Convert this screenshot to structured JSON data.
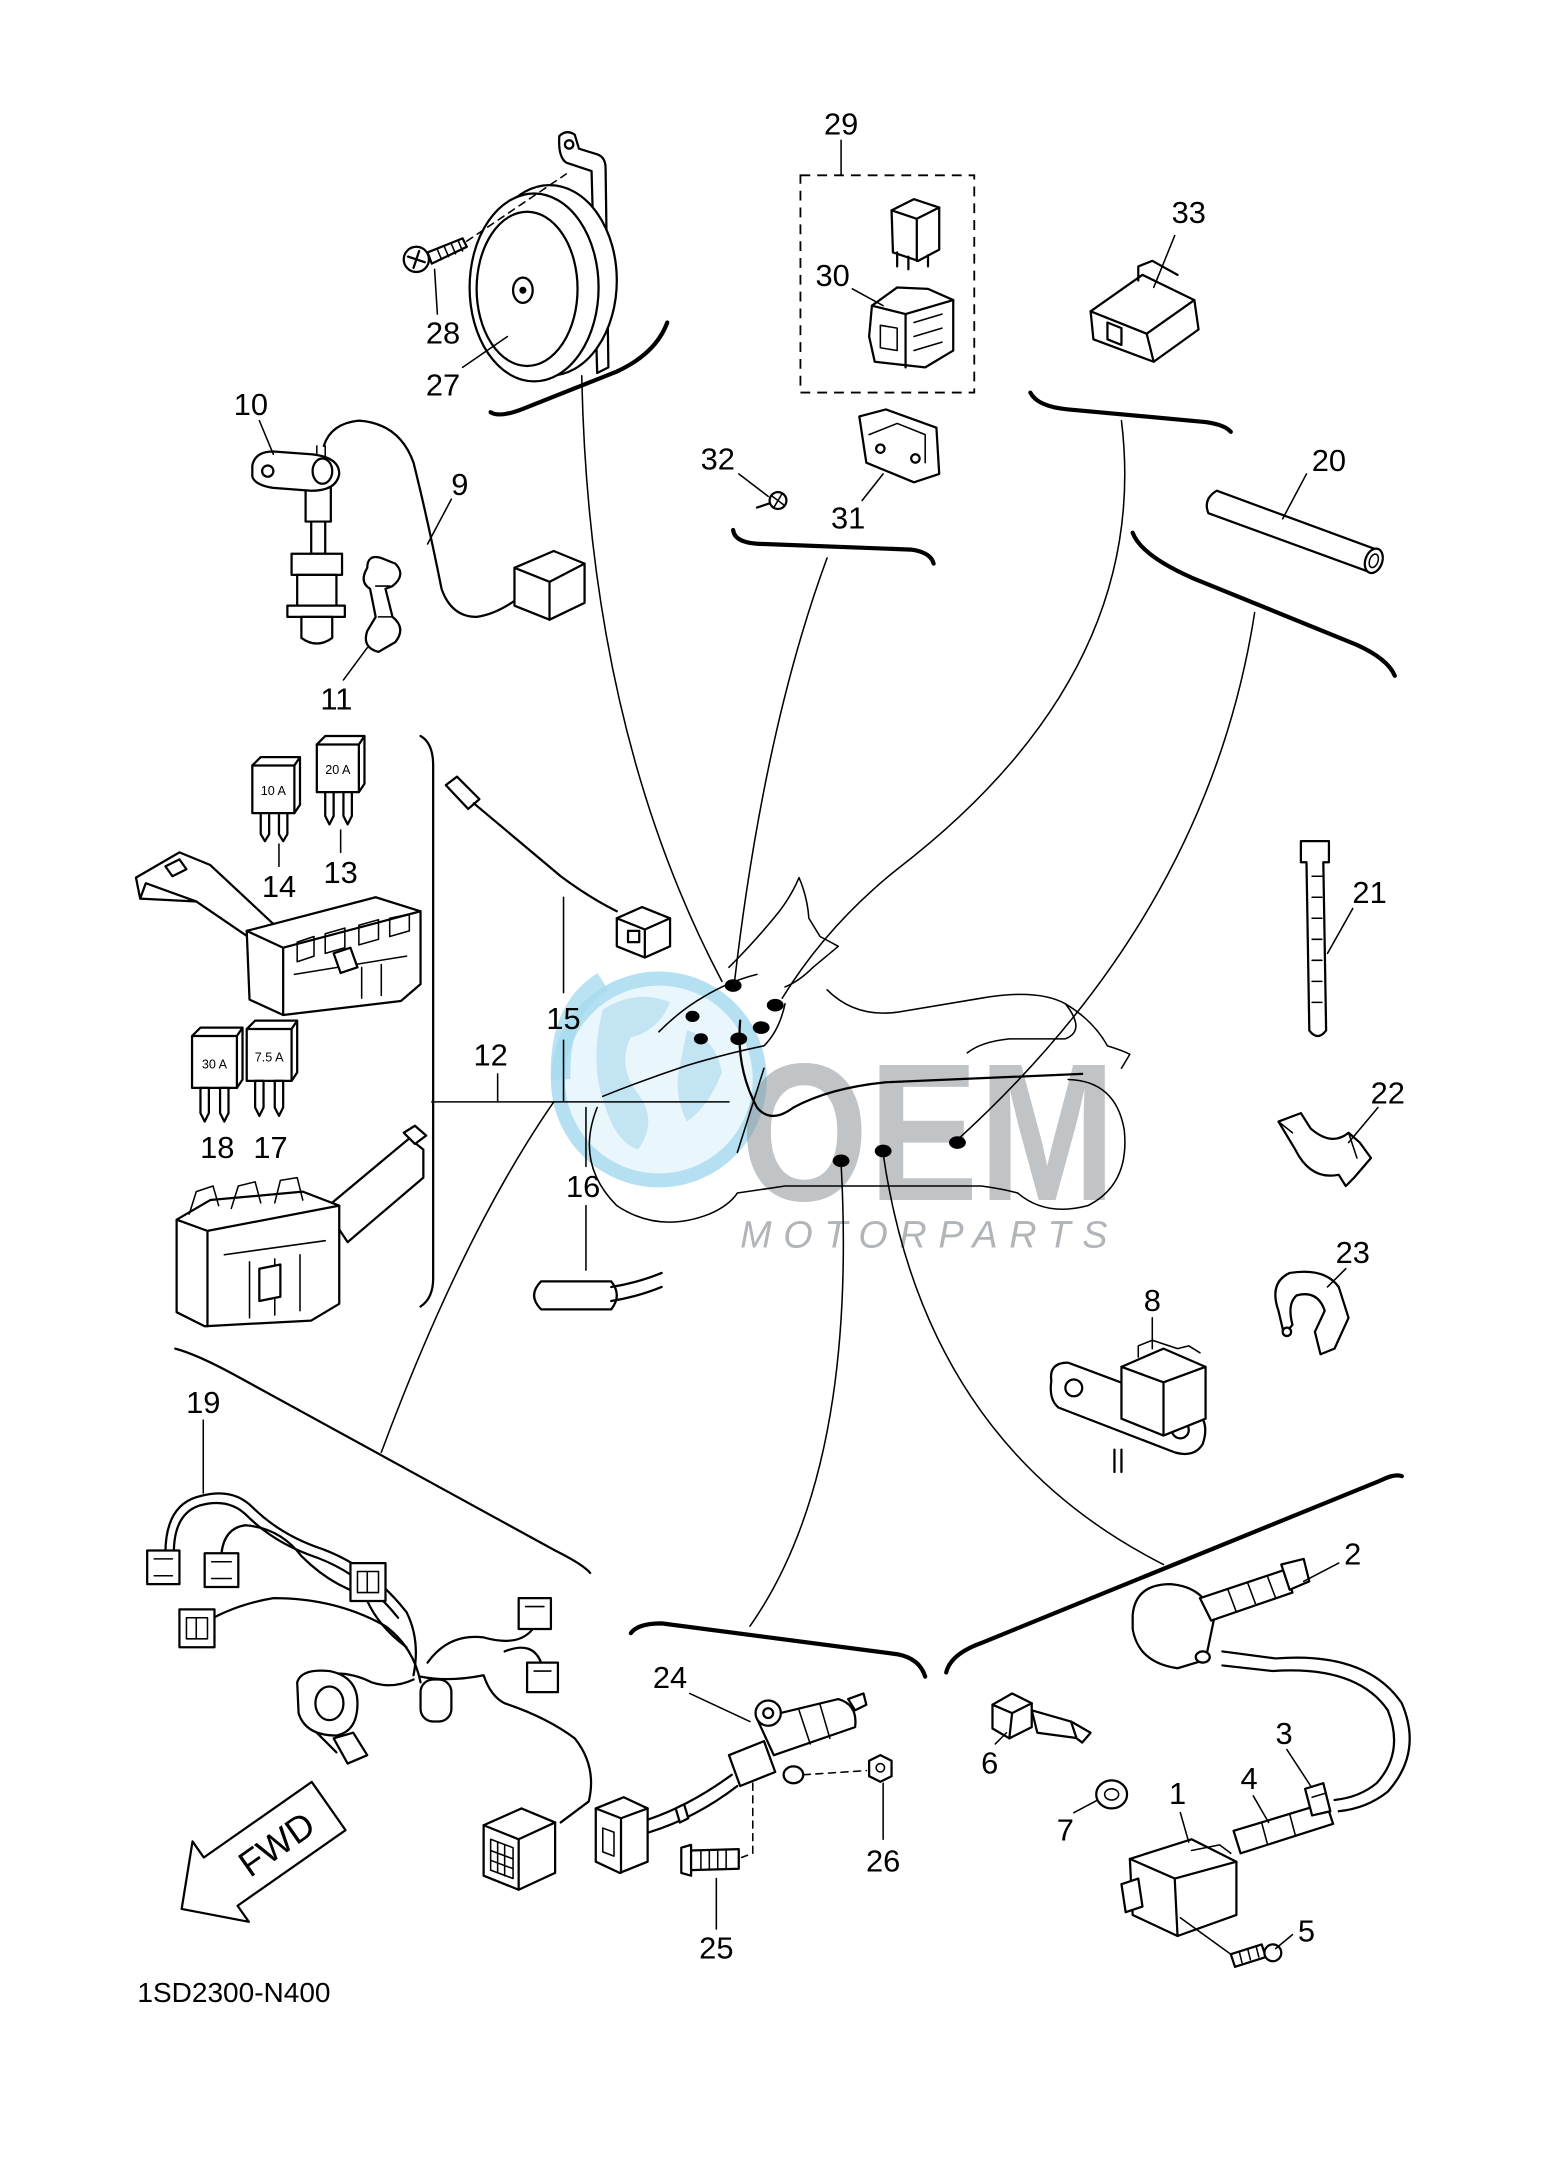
{
  "diagram": {
    "code": "1SD2300-N400",
    "direction_label": "FWD",
    "fuse_ratings": [
      "10 A",
      "20 A",
      "30 A",
      "7.5 A"
    ],
    "part_numbers": [
      "1",
      "2",
      "3",
      "4",
      "5",
      "6",
      "7",
      "8",
      "9",
      "10",
      "11",
      "12",
      "13",
      "14",
      "15",
      "16",
      "17",
      "18",
      "19",
      "20",
      "21",
      "22",
      "23",
      "24",
      "25",
      "26",
      "27",
      "28",
      "29",
      "30",
      "31",
      "32",
      "33"
    ],
    "watermark": {
      "brand": "OEM",
      "subtitle": "MOTORPARTS"
    }
  },
  "colors": {
    "background": "#ffffff",
    "line": "#000000",
    "watermark_blue": "#a8dbef",
    "watermark_gray": "#8f959b"
  }
}
